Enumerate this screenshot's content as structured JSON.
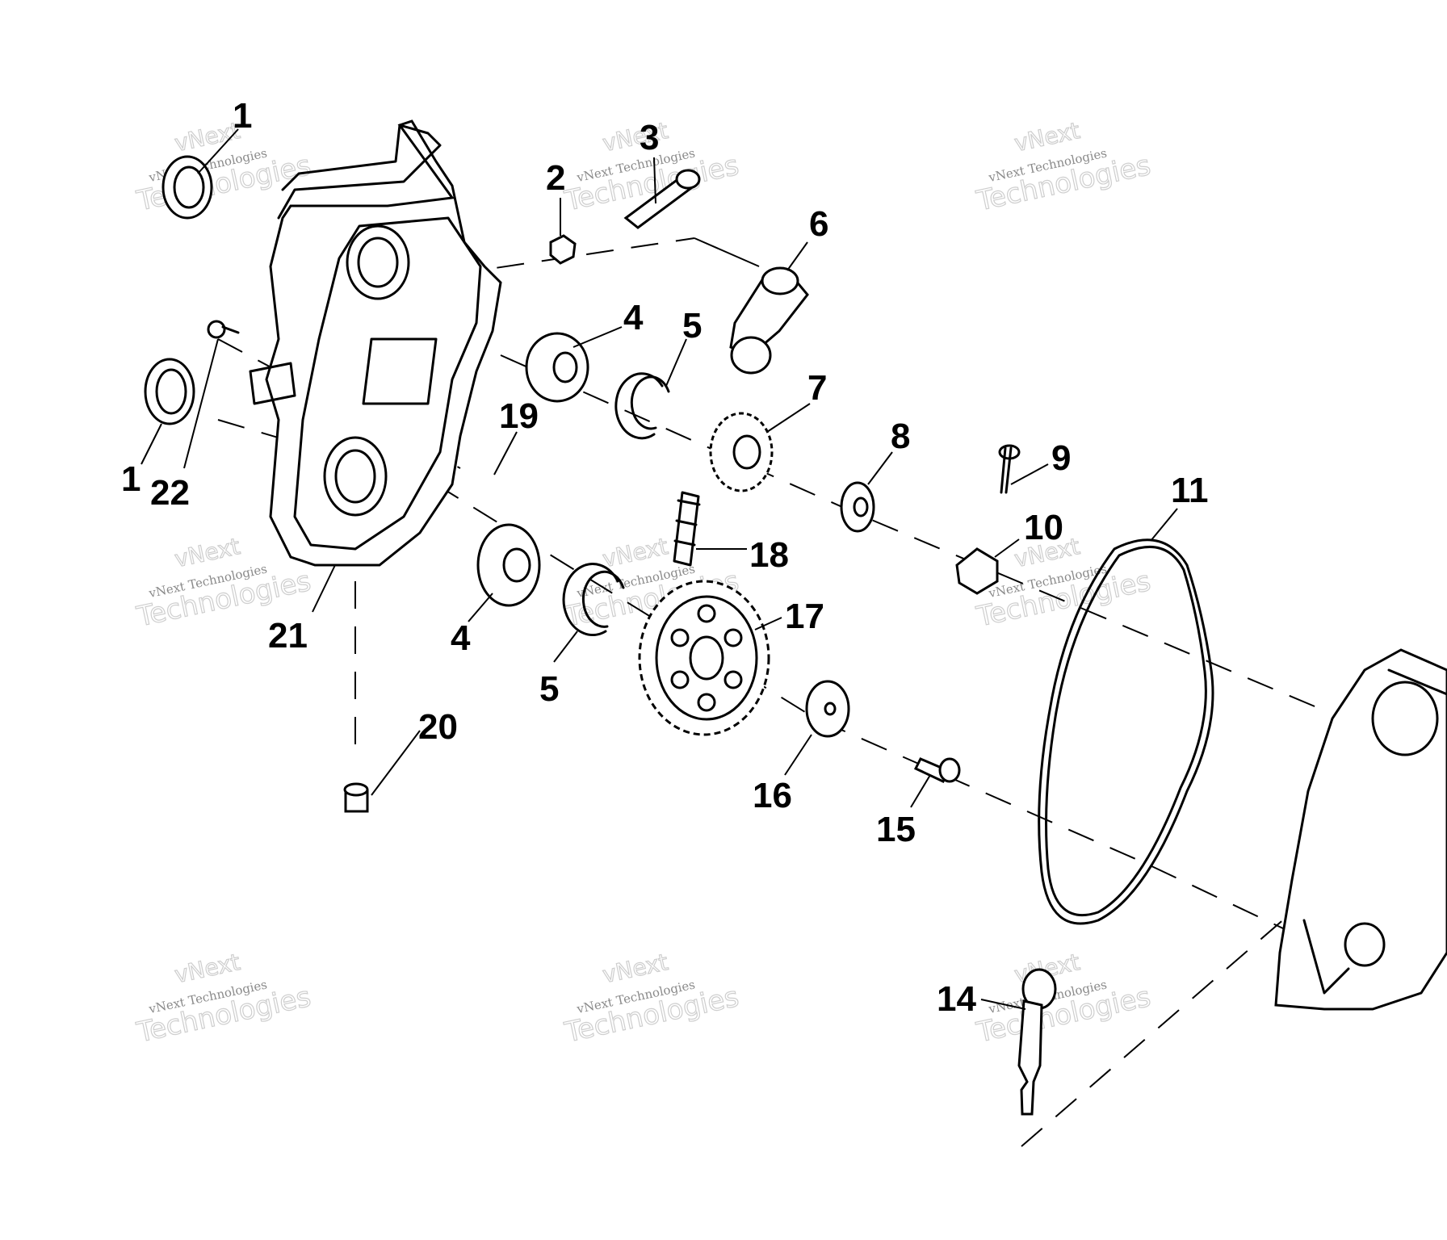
{
  "diagram": {
    "callouts": [
      {
        "id": "c1a",
        "label": "1"
      },
      {
        "id": "c1b",
        "label": "1"
      },
      {
        "id": "c2",
        "label": "2"
      },
      {
        "id": "c3",
        "label": "3"
      },
      {
        "id": "c4a",
        "label": "4"
      },
      {
        "id": "c4b",
        "label": "4"
      },
      {
        "id": "c5a",
        "label": "5"
      },
      {
        "id": "c5b",
        "label": "5"
      },
      {
        "id": "c6",
        "label": "6"
      },
      {
        "id": "c7",
        "label": "7"
      },
      {
        "id": "c8",
        "label": "8"
      },
      {
        "id": "c9",
        "label": "9"
      },
      {
        "id": "c10",
        "label": "10"
      },
      {
        "id": "c11",
        "label": "11"
      },
      {
        "id": "c14",
        "label": "14"
      },
      {
        "id": "c15",
        "label": "15"
      },
      {
        "id": "c16",
        "label": "16"
      },
      {
        "id": "c17",
        "label": "17"
      },
      {
        "id": "c18",
        "label": "18"
      },
      {
        "id": "c19",
        "label": "19"
      },
      {
        "id": "c20",
        "label": "20"
      },
      {
        "id": "c21",
        "label": "21"
      },
      {
        "id": "c22",
        "label": "22"
      }
    ]
  },
  "watermark": {
    "line1": "vNext",
    "line2": "vNext Technologies",
    "line3": "Technologies"
  }
}
